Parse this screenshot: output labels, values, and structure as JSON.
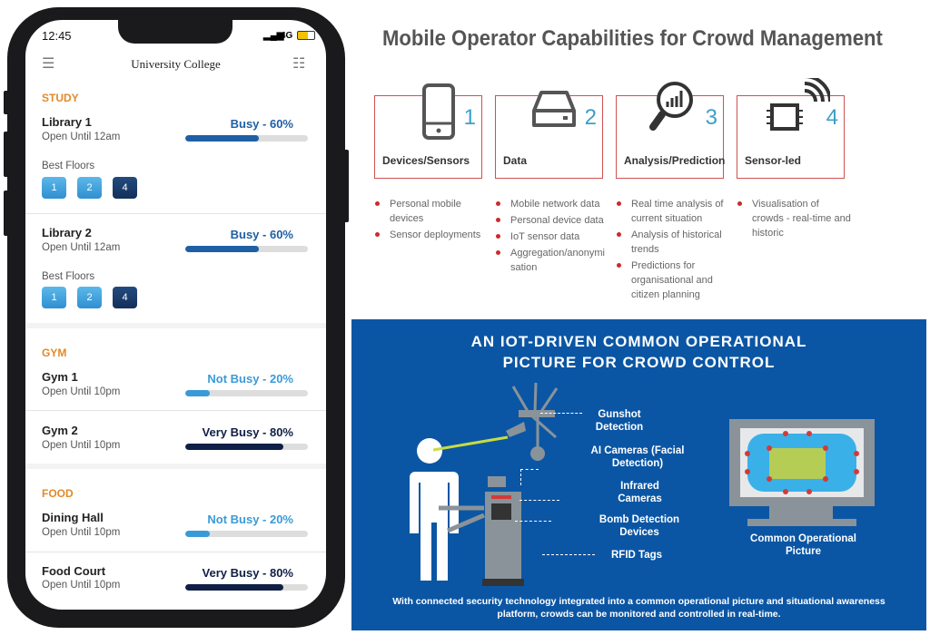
{
  "phone": {
    "time": "12:45",
    "network": "4G",
    "title": "University College",
    "sections": [
      {
        "label": "STUDY",
        "items": [
          {
            "name": "Library 1",
            "hours": "Open Until 12am",
            "status": "Busy - 60%",
            "busy": 60,
            "color": "#1f5fa5",
            "best_floors_label": "Best Floors",
            "floors": [
              "1",
              "2",
              "4"
            ]
          },
          {
            "name": "Library 2",
            "hours": "Open Until 12am",
            "status": "Busy - 60%",
            "busy": 60,
            "color": "#1f5fa5",
            "best_floors_label": "Best Floors",
            "floors": [
              "1",
              "2",
              "4"
            ]
          }
        ]
      },
      {
        "label": "GYM",
        "items": [
          {
            "name": "Gym 1",
            "hours": "Open Until 10pm",
            "status": "Not Busy - 20%",
            "busy": 20,
            "color": "#3a9ad8"
          },
          {
            "name": "Gym 2",
            "hours": "Open Until 10pm",
            "status": "Very Busy - 80%",
            "busy": 80,
            "color": "#0f1f45"
          }
        ]
      },
      {
        "label": "FOOD",
        "items": [
          {
            "name": "Dining Hall",
            "hours": "Open Until 10pm",
            "status": "Not Busy - 20%",
            "busy": 20,
            "color": "#3a9ad8"
          },
          {
            "name": "Food Court",
            "hours": "Open Until 10pm",
            "status": "Very Busy - 80%",
            "busy": 80,
            "color": "#0f1f45"
          }
        ]
      }
    ]
  },
  "capabilities": {
    "title": "Mobile Operator Capabilities for Crowd Management",
    "cards": [
      {
        "num": "1",
        "label": "Devices/Sensors",
        "icon": "phone-icon",
        "bullets": [
          "Personal mobile devices",
          "Sensor deployments"
        ]
      },
      {
        "num": "2",
        "label": "Data",
        "icon": "hard-drive-icon",
        "bullets": [
          "Mobile network data",
          "Personal device data",
          "IoT sensor data",
          "Aggregation/anonymisation"
        ]
      },
      {
        "num": "3",
        "label": "Analysis/Prediction",
        "icon": "magnifier-chart-icon",
        "bullets": [
          "Real time analysis of current situation",
          "Analysis of historical trends",
          "Predictions for organisational and citizen planning"
        ]
      },
      {
        "num": "4",
        "label": "Sensor-led",
        "icon": "chip-signal-icon",
        "bullets": [
          "Visualisation of crowds - real-time and historic"
        ]
      }
    ]
  },
  "iot": {
    "title_line1": "AN IOT-DRIVEN COMMON OPERATIONAL",
    "title_line2": "PICTURE FOR CROWD CONTROL",
    "labels": {
      "gunshot": "Gunshot Detection",
      "ai": "AI Cameras (Facial Detection)",
      "infrared": "Infrared Cameras",
      "bomb": "Bomb Detection Devices",
      "rfid": "RFID Tags",
      "cop": "Common Operational Picture"
    },
    "caption": "With connected security technology integrated into a common operational picture and situational awareness platform, crowds can be monitored and controlled in real-time."
  }
}
